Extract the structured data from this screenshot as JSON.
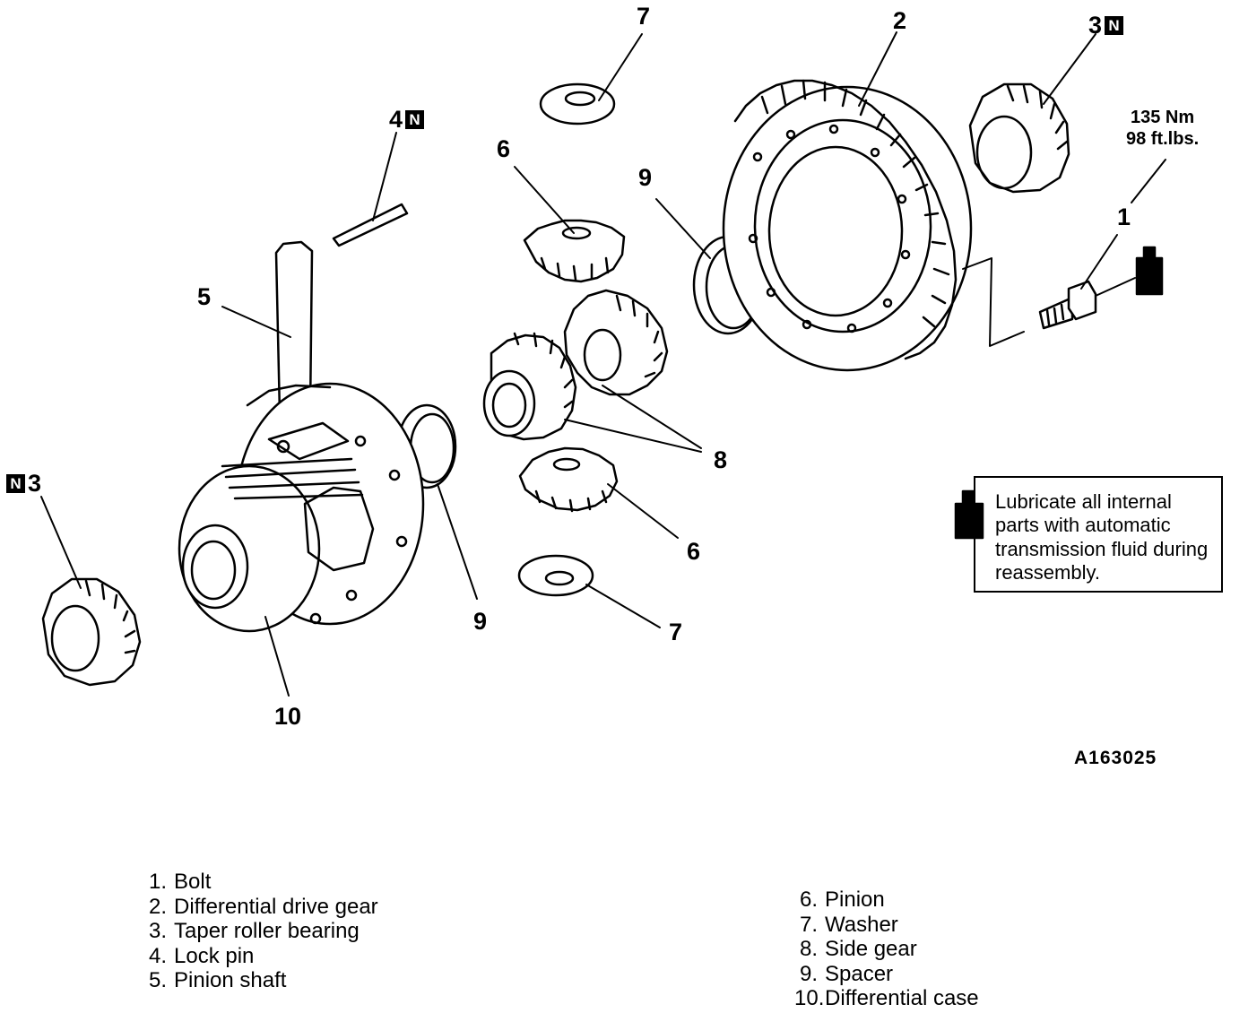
{
  "callouts": {
    "c7_top": "7",
    "c2": "2",
    "c3_top": "3",
    "c4": "4",
    "c6_top": "6",
    "c9_right": "9",
    "c1": "1",
    "c5": "5",
    "c8": "8",
    "c3_left": "3",
    "c6_bottom": "6",
    "c9_left": "9",
    "c7_bottom": "7",
    "c10": "10"
  },
  "new_part_badge": "N",
  "torque": {
    "nm": "135 Nm",
    "ftlbs": "98 ft.lbs."
  },
  "note": "Lubricate all internal parts with automatic transmission fluid during reassembly.",
  "figure_id": "A163025",
  "legend": {
    "left": [
      {
        "num": "1.",
        "label": "Bolt"
      },
      {
        "num": "2.",
        "label": "Differential drive gear"
      },
      {
        "num": "3.",
        "label": "Taper roller bearing"
      },
      {
        "num": "4.",
        "label": "Lock pin"
      },
      {
        "num": "5.",
        "label": "Pinion shaft"
      }
    ],
    "right": [
      {
        "num": "6.",
        "label": "Pinion"
      },
      {
        "num": "7.",
        "label": "Washer"
      },
      {
        "num": "8.",
        "label": "Side gear"
      },
      {
        "num": "9.",
        "label": "Spacer"
      },
      {
        "num": "10.",
        "label": "Differential case"
      }
    ]
  }
}
